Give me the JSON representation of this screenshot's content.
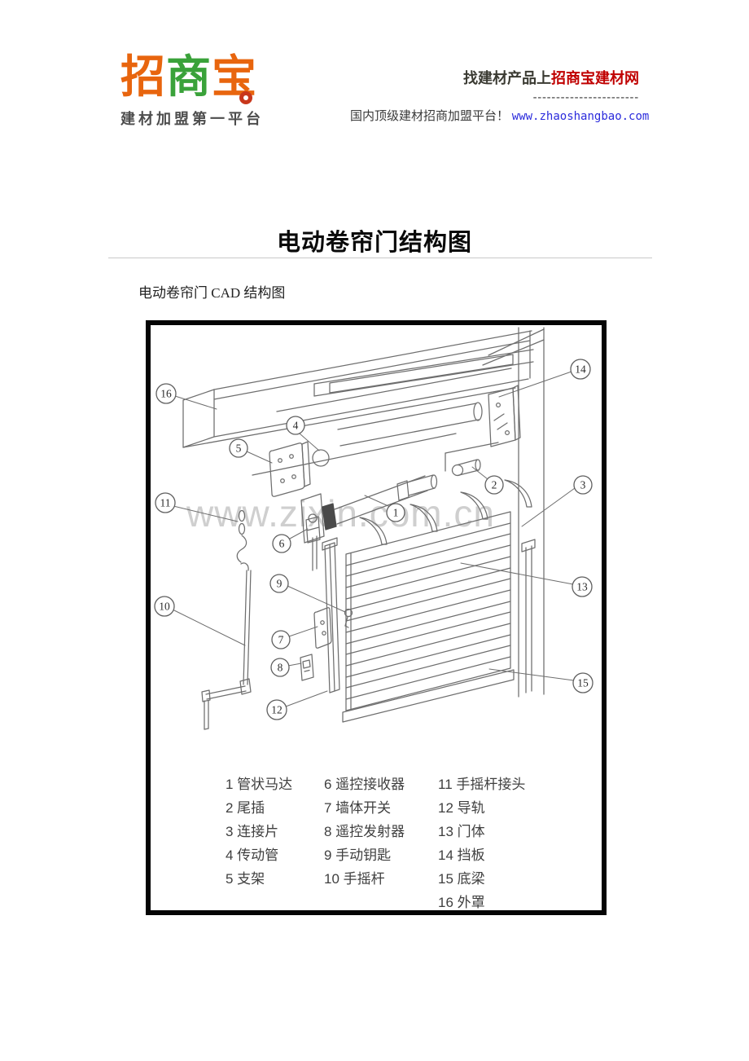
{
  "header": {
    "logo": {
      "char1": "招",
      "char2": "商",
      "char3": "宝",
      "tagline": "建材加盟第一平台",
      "colors": {
        "orange": "#e8650e",
        "green": "#3aa23a",
        "badge_red": "#c8371c"
      }
    },
    "promo": {
      "line1_prefix": "找建材产品上",
      "line1_brand": "招商宝建材网",
      "divider": "-----------------------",
      "line2_text": "国内顶级建材招商加盟平台！",
      "line2_url": "www.zhaoshangbao.com",
      "colors": {
        "brand_red": "#c00000",
        "url_blue": "#2b2bdc"
      }
    }
  },
  "document": {
    "title": "电动卷帘门结构图",
    "caption": "电动卷帘门 CAD 结构图"
  },
  "diagram": {
    "watermark": "www.zixin.com.cn",
    "callouts": [
      "1",
      "2",
      "3",
      "4",
      "5",
      "6",
      "7",
      "8",
      "9",
      "10",
      "11",
      "12",
      "13",
      "14",
      "15",
      "16"
    ],
    "legend": {
      "items": [
        "1 管状马达",
        "2 尾插",
        "3 连接片",
        "4 传动管",
        "5 支架",
        "6 遥控接收器",
        "7 墙体开关",
        "8 遥控发射器",
        "9 手动钥匙",
        "10 手摇杆",
        "11 手摇杆接头",
        "12 导轨",
        "13 门体",
        "14 挡板",
        "15 底梁",
        "16 外罩"
      ]
    }
  }
}
